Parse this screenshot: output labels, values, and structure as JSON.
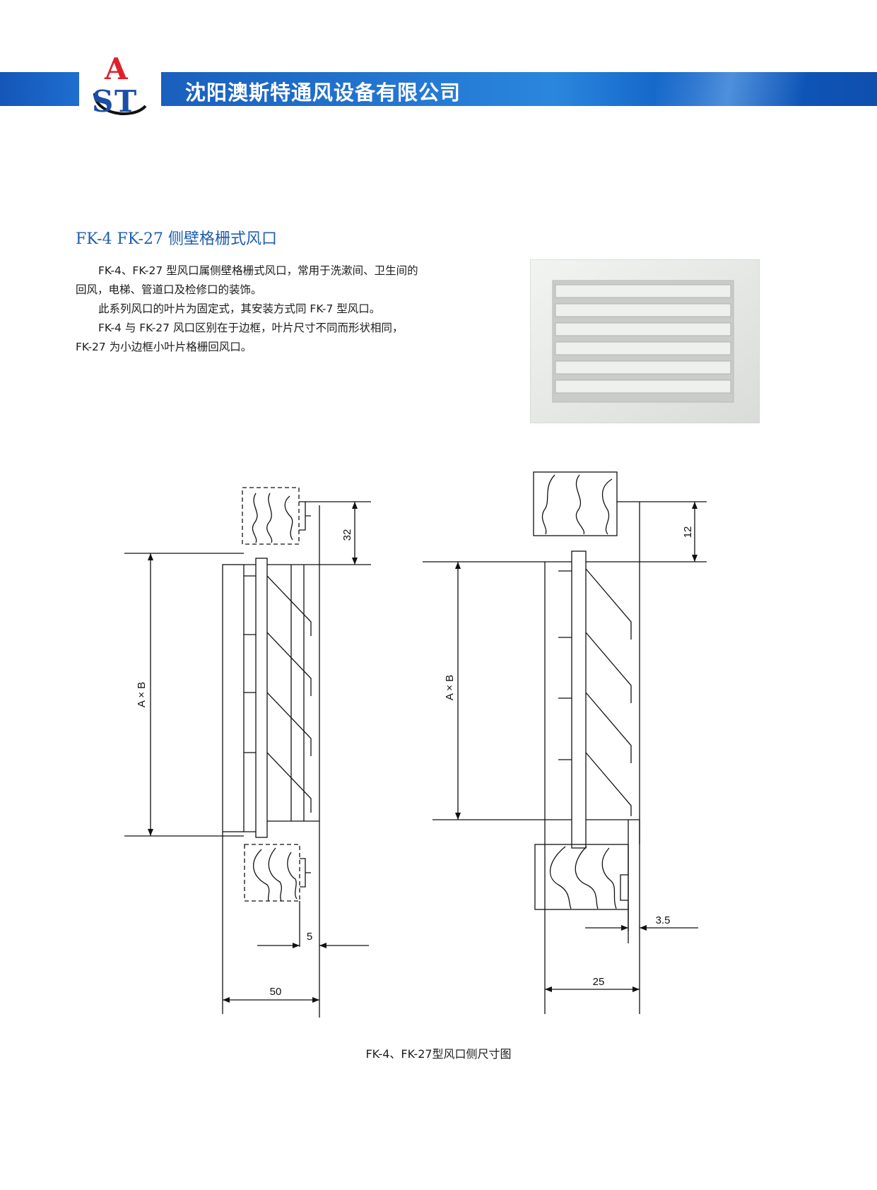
{
  "header": {
    "company_name": "沈阳澳斯特通风设备有限公司",
    "logo_letters": [
      "A",
      "S",
      "T"
    ],
    "colors": {
      "banner": "#1a5fbe",
      "logo_red": "#e0202a",
      "logo_blue": "#1a4fa8",
      "title": "#1f5fb0"
    }
  },
  "section": {
    "title": "FK-4 FK-27 侧壁格栅式风口",
    "paragraphs": [
      [
        "FK-4、FK-27 型风口属侧壁格栅式风口，常用于洗漱间、卫生间的",
        "回风，电梯、管道口及检修口的装饰。"
      ],
      [
        "此系列风口的叶片为固定式，其安装方式同 FK-7 型风口。"
      ],
      [
        "FK-4 与 FK-27 风口区别在于边框，叶片尺寸不同而形状相同，",
        "FK-27 为小边框小叶片格栅回风口。"
      ]
    ]
  },
  "drawing": {
    "left": {
      "height_label": "A × B",
      "dims": [
        "32",
        "5",
        "50"
      ]
    },
    "right": {
      "height_label": "A × B",
      "dims": [
        "12",
        "3.5",
        "25"
      ]
    },
    "caption": "FK-4、FK-27型风口侧尺寸图"
  }
}
